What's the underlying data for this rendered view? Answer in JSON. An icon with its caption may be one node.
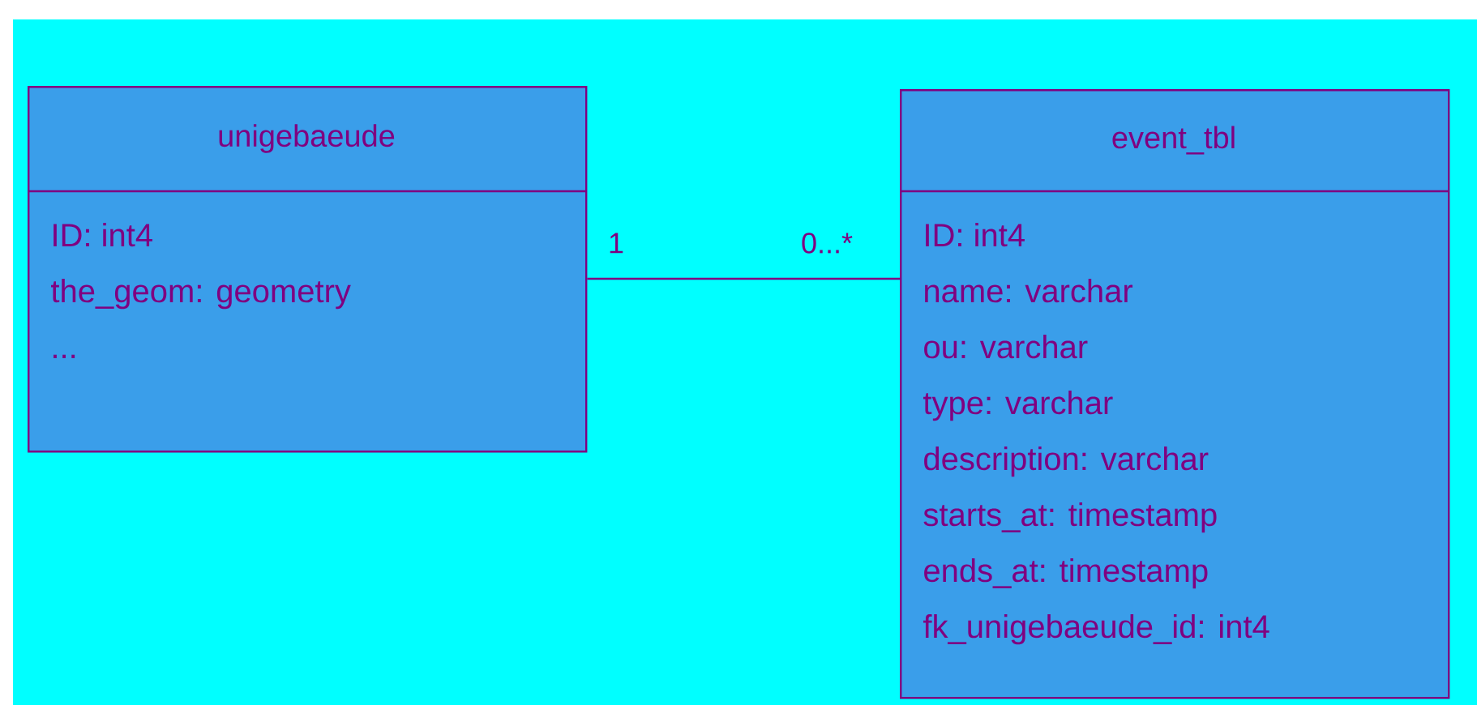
{
  "diagram": {
    "nodes": [
      {
        "text": [
          "unigebaeude",
          "ID: int4",
          "the_geom: geometry",
          "..."
        ]
      },
      {
        "text": [
          "event_tbl",
          "ID: int4",
          "name: varchar",
          "ou: varchar",
          "type: varchar",
          "description: varchar",
          "starts_at: timestamp",
          "ends_at: timestamp",
          "fk_unigebaeude_id: int4"
        ]
      }
    ],
    "edges": [
      {
        "from": 0,
        "to": 1,
        "arrow": "none"
      }
    ],
    "labels": [
      "1",
      "0...*"
    ]
  }
}
